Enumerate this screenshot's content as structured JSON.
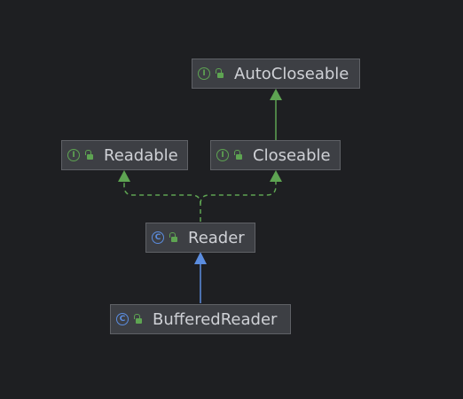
{
  "diagram": {
    "nodes": {
      "autocloseable": {
        "label": "AutoCloseable",
        "kind": "interface",
        "badge": "I",
        "icon": "public-lock-icon"
      },
      "readable": {
        "label": "Readable",
        "kind": "interface",
        "badge": "I",
        "icon": "public-lock-icon"
      },
      "closeable": {
        "label": "Closeable",
        "kind": "interface",
        "badge": "I",
        "icon": "public-lock-icon"
      },
      "reader": {
        "label": "Reader",
        "kind": "class",
        "badge": "C",
        "icon": "public-lock-icon"
      },
      "bufferedreader": {
        "label": "BufferedReader",
        "kind": "class",
        "badge": "C",
        "icon": "public-lock-icon"
      }
    },
    "edges": [
      {
        "from": "Closeable",
        "to": "AutoCloseable",
        "type": "interface-extends",
        "style": "solid",
        "color": "#5ea452"
      },
      {
        "from": "Reader",
        "to": "Readable",
        "type": "implements",
        "style": "dashed",
        "color": "#5ea452"
      },
      {
        "from": "Reader",
        "to": "Closeable",
        "type": "implements",
        "style": "dashed",
        "color": "#5ea452"
      },
      {
        "from": "BufferedReader",
        "to": "Reader",
        "type": "extends",
        "style": "solid",
        "color": "#5b8de0"
      }
    ],
    "colors": {
      "background": "#1e1f22",
      "node_fill": "#3d3f44",
      "node_border": "#5f6166",
      "text": "#cfd1d6",
      "interface_green": "#5ea452",
      "class_blue": "#5b8de0"
    }
  }
}
